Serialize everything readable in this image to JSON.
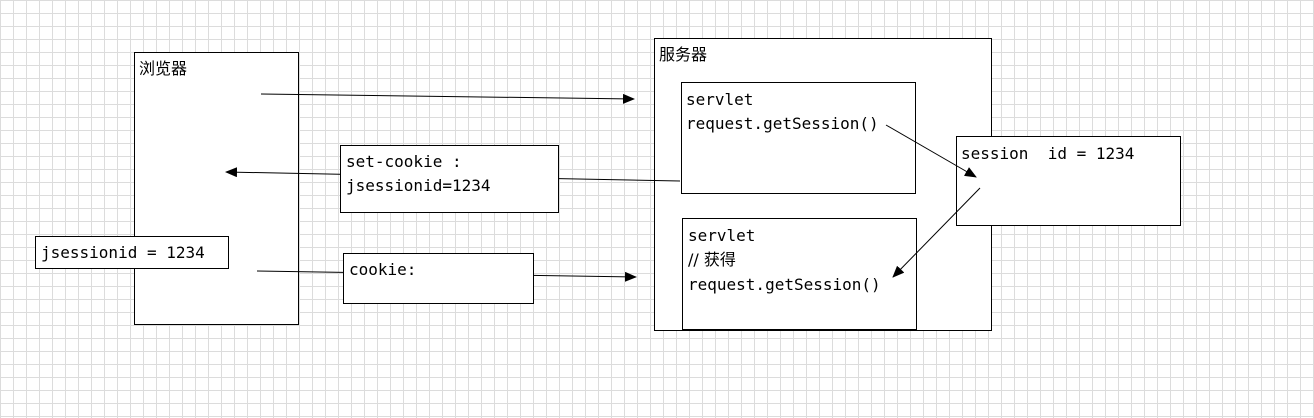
{
  "browser": {
    "title": "浏览器",
    "cookie_store": "jsessionid = 1234"
  },
  "server": {
    "title": "服务器",
    "servlet1": {
      "line1": "servlet",
      "line2": "request.getSession()"
    },
    "servlet2": {
      "line1": "servlet",
      "line2": "// 获得",
      "line3": "request.getSession()"
    }
  },
  "response": {
    "line1": "set-cookie :",
    "line2": "jsessionid=1234"
  },
  "request": {
    "line1": "cookie:"
  },
  "session": {
    "label": "session  id = 1234"
  }
}
